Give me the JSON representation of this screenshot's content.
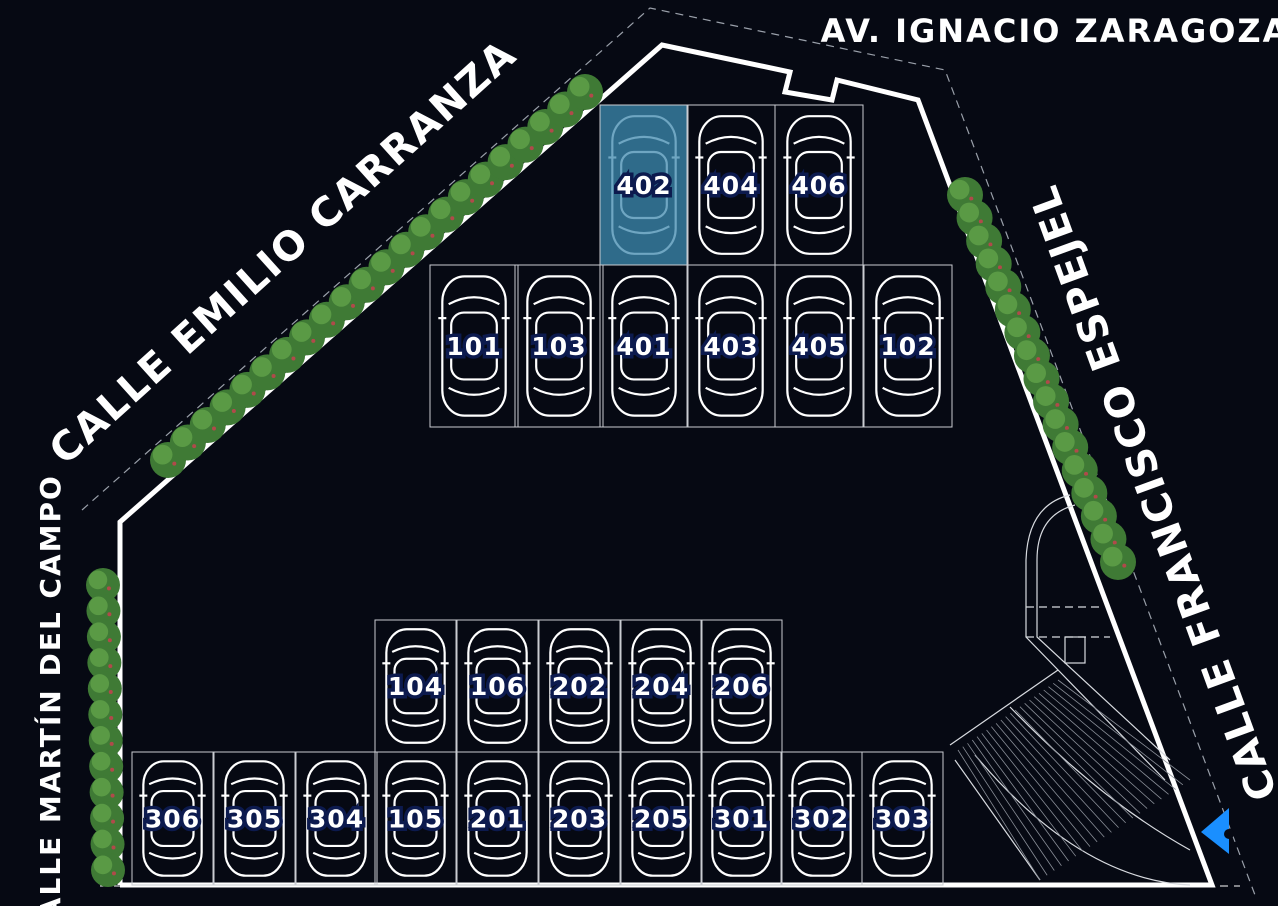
{
  "streets": {
    "north": "AV. IGNACIO ZARAGOZA",
    "northwest": "CALLE EMILIO CARRANZA",
    "east": "CALLE FRANCISCO ESPEJEL",
    "west": "CALLE MARTÍN DEL CAMPO"
  },
  "colors": {
    "background": "#060913",
    "selected_spot": "#2f6b8a",
    "label_outline": "#0c1a4e",
    "entrance_marker": "#1a8fff",
    "trees": "#3f7a35"
  },
  "selected_spot": "402",
  "entrance_icon": "location-arrow-icon",
  "spot_rows": [
    {
      "spots": [
        "402",
        "404",
        "406"
      ]
    },
    {
      "spots": [
        "101",
        "103",
        "401",
        "403",
        "405",
        "102"
      ]
    },
    {
      "spots": [
        "104",
        "106",
        "202",
        "204",
        "206"
      ]
    },
    {
      "spots": [
        "306",
        "305",
        "304",
        "105",
        "201",
        "203",
        "205",
        "301",
        "302",
        "303"
      ]
    }
  ]
}
